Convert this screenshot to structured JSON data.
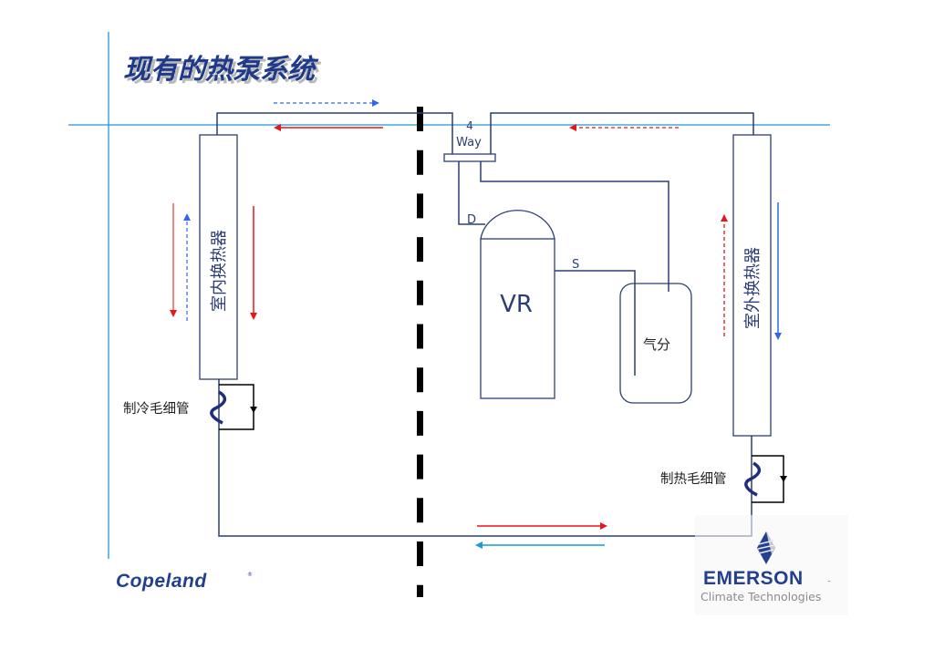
{
  "title": "现有的热泵系统",
  "labels": {
    "four_way_line1": "4",
    "four_way_line2": "Way",
    "discharge": "D",
    "suction": "S",
    "compressor": "VR",
    "accumulator": "气分",
    "indoor_exchanger": "室内换热器",
    "outdoor_exchanger": "室外换热器",
    "cooling_capillary": "制冷毛细管",
    "heating_capillary": "制热毛细管"
  },
  "legend_colors": {
    "cooling_flow": "#e8151b",
    "heating_flow": "#3366ee",
    "liquid_return": "#1a9ad6",
    "pipe": "#2c3e75",
    "guide_line": "#1a9ad6"
  },
  "logos": {
    "copeland": "Copeland",
    "copeland_mark": "®",
    "emerson": "EMERSON",
    "emerson_mark": "™",
    "emerson_sub": "Climate Technologies"
  }
}
